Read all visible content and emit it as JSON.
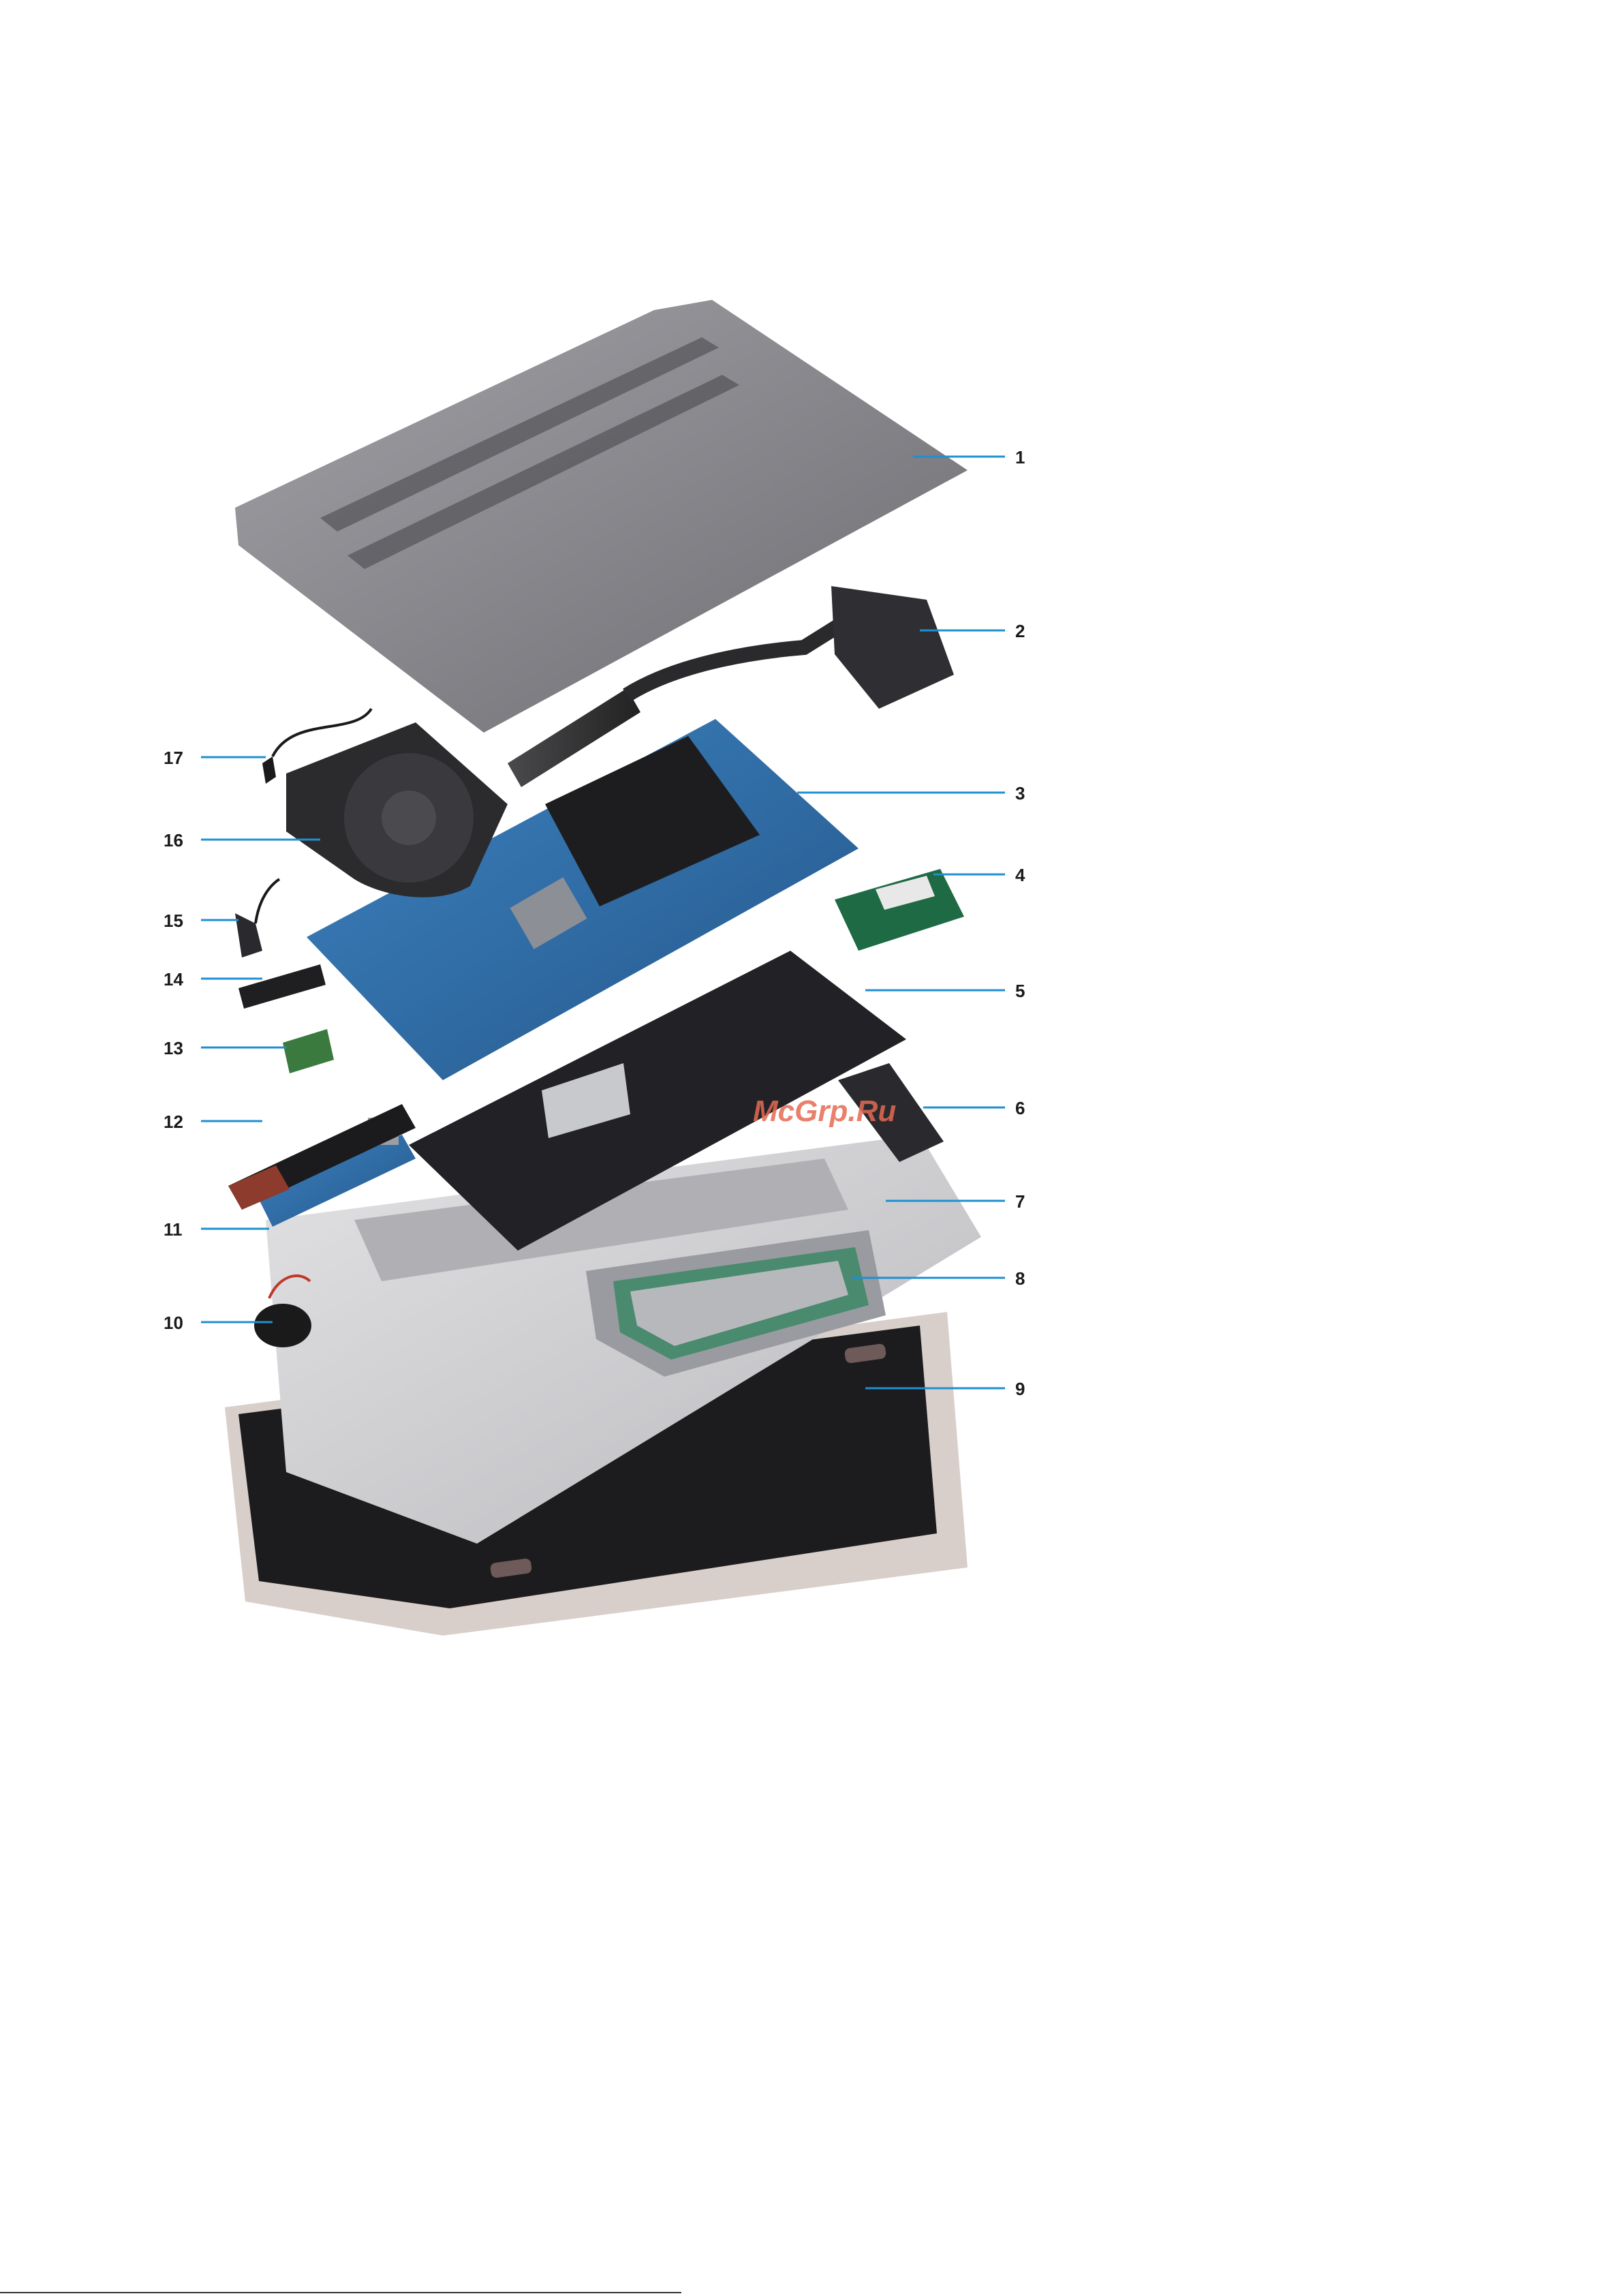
{
  "watermark": "McGrp.Ru",
  "colors": {
    "leader": "#1f8fd1",
    "board": "#2e6ea8",
    "chassis": "#8a8a8f",
    "palmrest": "#cfcfd2"
  },
  "callouts": [
    "1",
    "2",
    "3",
    "4",
    "5",
    "6",
    "7",
    "8",
    "9",
    "10",
    "11",
    "12",
    "13",
    "14",
    "15",
    "16",
    "17"
  ]
}
